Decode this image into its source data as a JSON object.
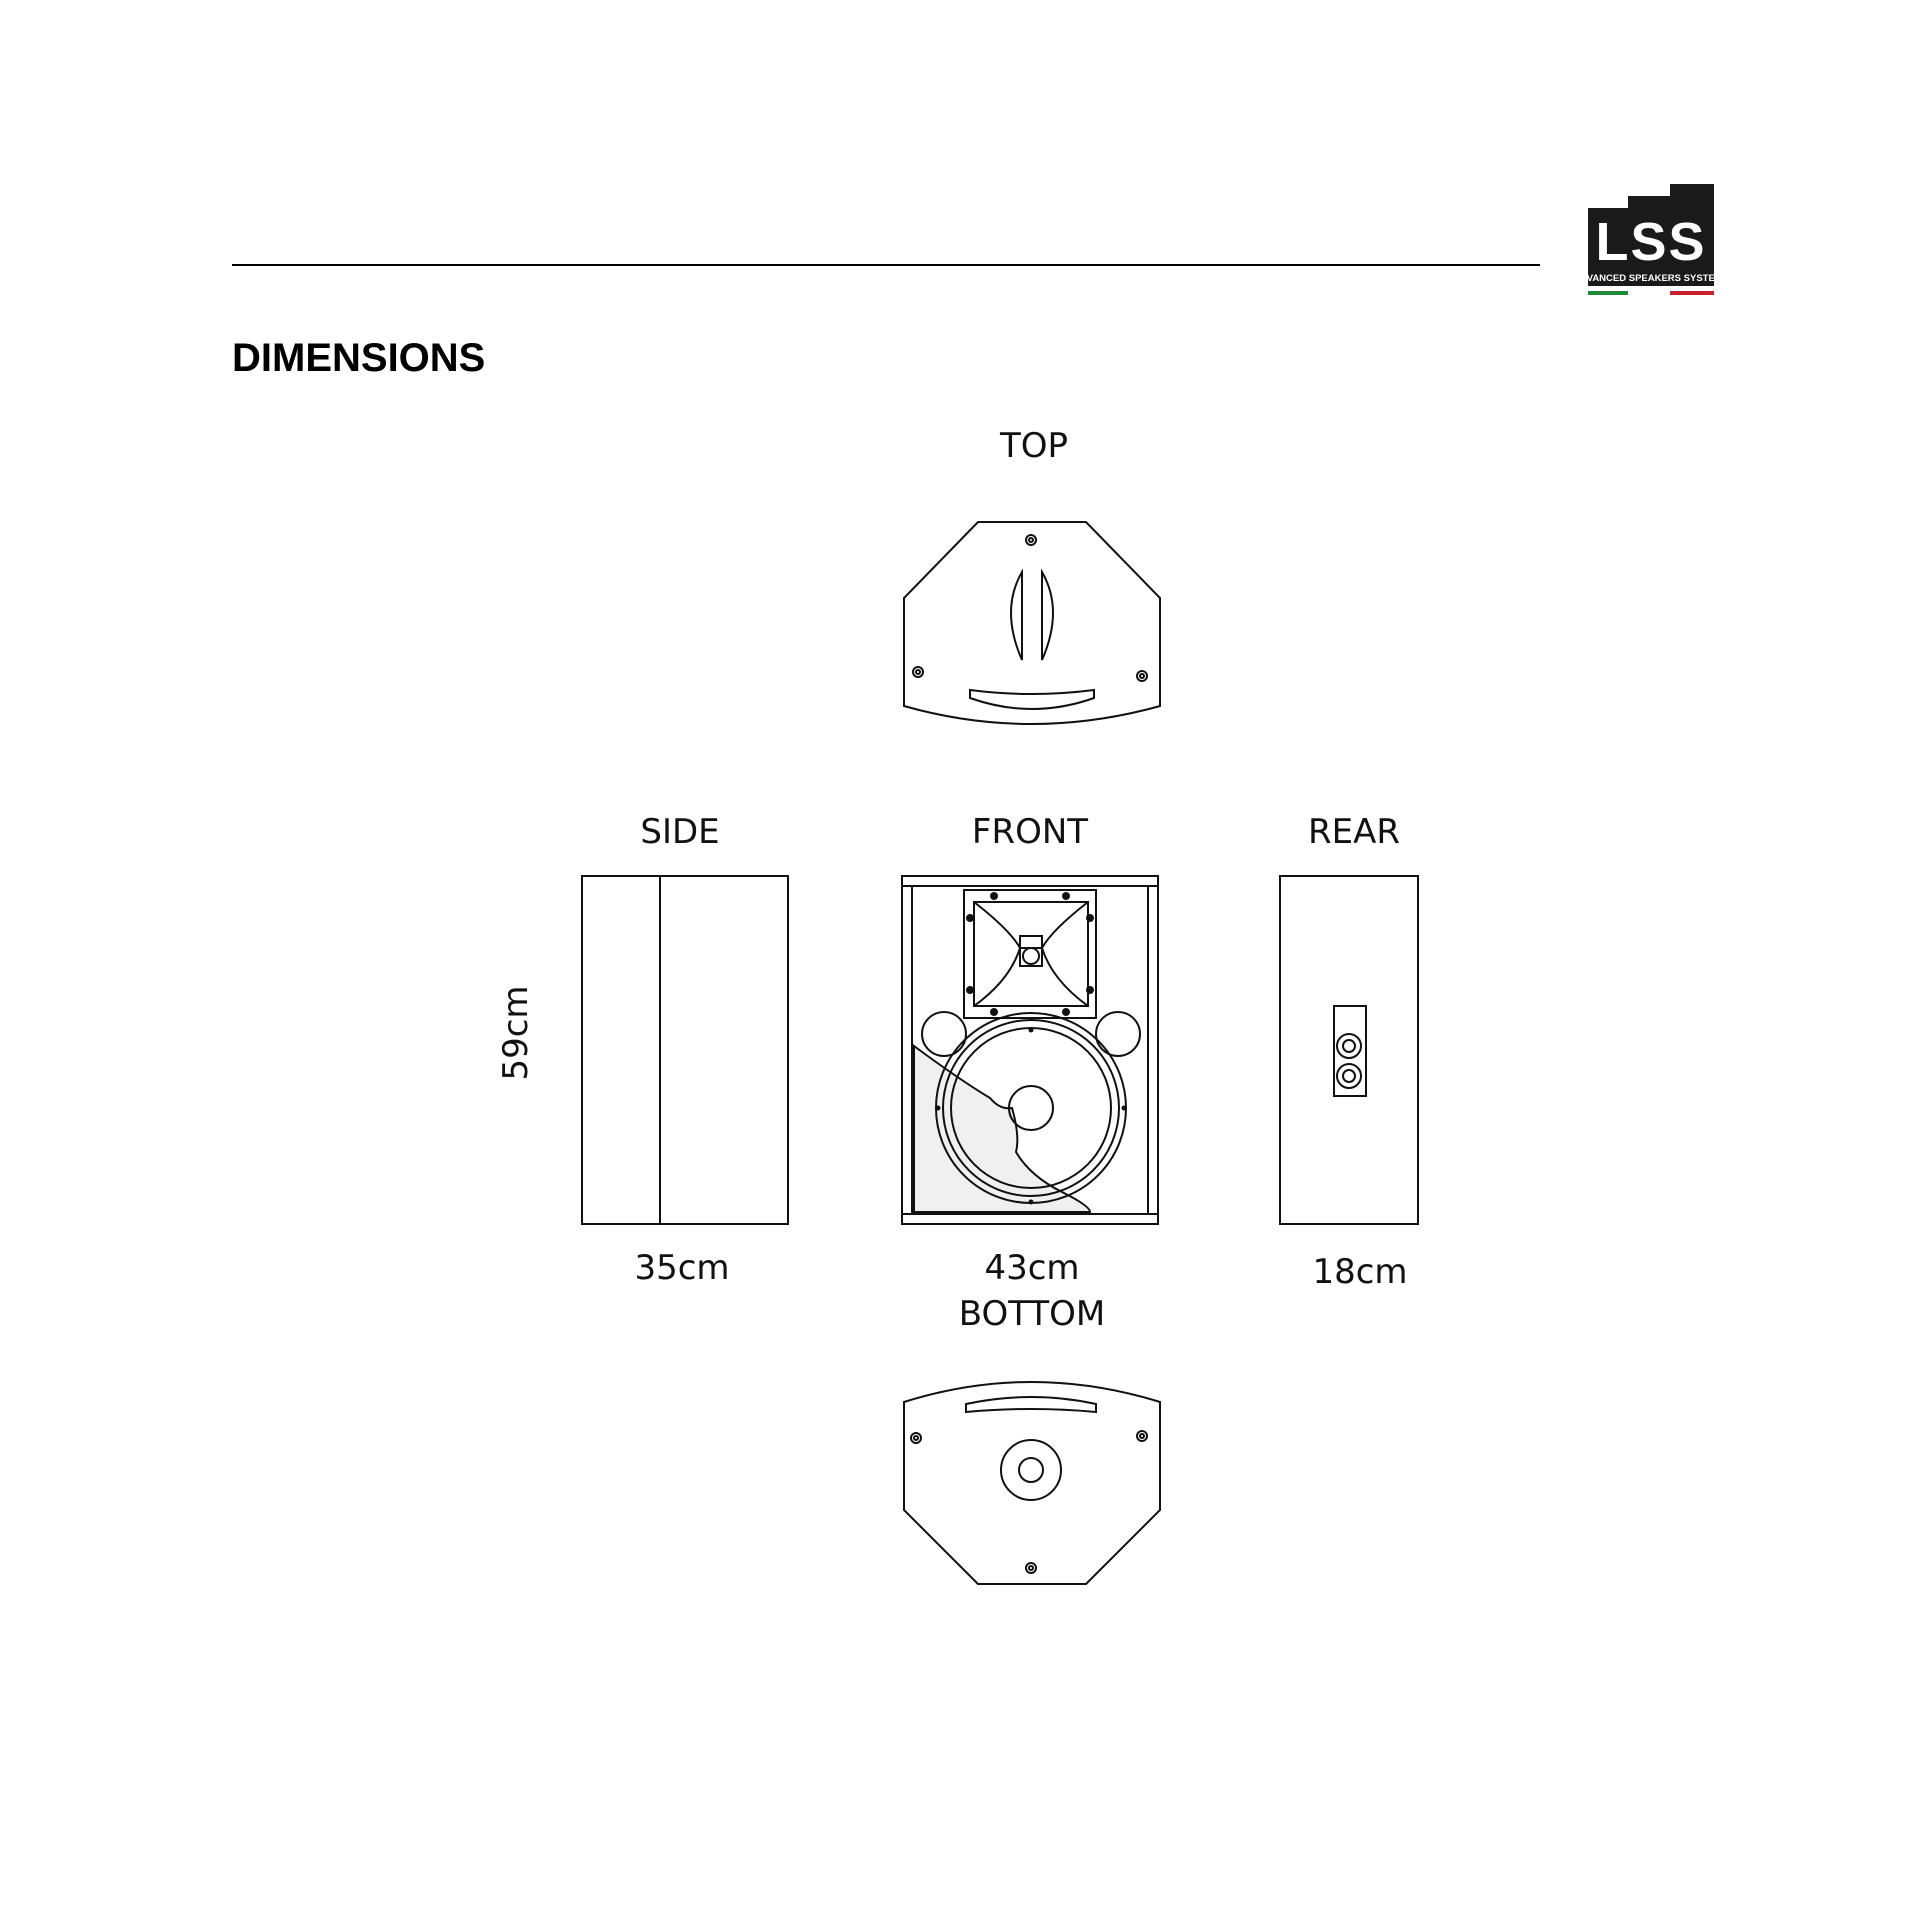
{
  "heading": "DIMENSIONS",
  "brand": {
    "logo_text": "LSS",
    "logo_tagline": "ADVANCED SPEAKERS SYSTEMS",
    "colors": {
      "block": "#1a1a1a",
      "green": "#1e8a3a",
      "red": "#c8202a",
      "white": "#ffffff"
    }
  },
  "views": {
    "top": "TOP",
    "side": "SIDE",
    "front": "FRONT",
    "rear": "REAR",
    "bottom": "BOTTOM"
  },
  "dimensions": {
    "height": "59cm",
    "depth": "35cm",
    "width": "43cm",
    "rear_width": "18cm"
  }
}
